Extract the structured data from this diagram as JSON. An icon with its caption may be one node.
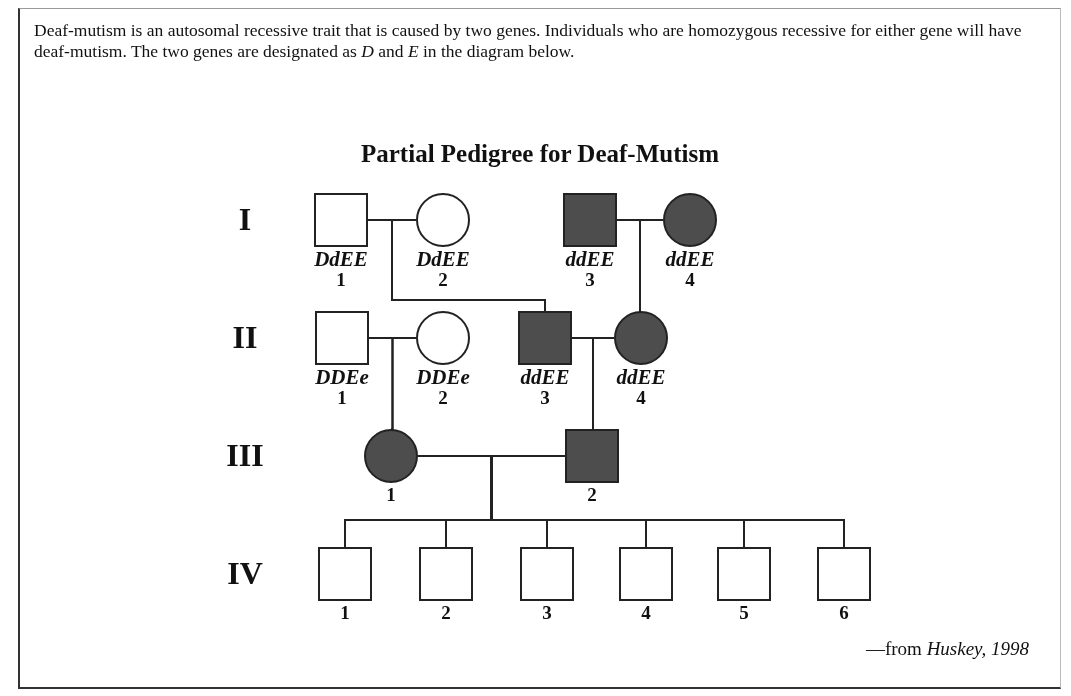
{
  "diagram": {
    "title": "Partial Pedigree for Deaf-Mutism",
    "nodes": [
      {
        "text": [],
        "shape": "box",
        "beside": [
          "DdEE",
          "1"
        ]
      },
      {
        "text": [],
        "shape": "circle",
        "beside": [
          "DdEE",
          "2"
        ]
      },
      {
        "text": [],
        "shape": "box",
        "beside": [
          "ddEE",
          "3"
        ]
      },
      {
        "text": [],
        "shape": "circle",
        "beside": [
          "ddEE",
          "4"
        ]
      },
      {
        "text": [],
        "shape": "box",
        "beside": [
          "DDEe",
          "1"
        ]
      },
      {
        "text": [],
        "shape": "circle",
        "beside": [
          "DDEe",
          "2"
        ]
      },
      {
        "text": [],
        "shape": "box",
        "beside": [
          "ddEE",
          "3"
        ]
      },
      {
        "text": [],
        "shape": "circle",
        "beside": [
          "ddEE",
          "4"
        ]
      },
      {
        "text": [],
        "shape": "circle",
        "beside": [
          "1"
        ]
      },
      {
        "text": [],
        "shape": "box",
        "beside": [
          "2"
        ]
      },
      {
        "text": [],
        "shape": "box",
        "beside": [
          "1"
        ]
      },
      {
        "text": [],
        "shape": "box",
        "beside": [
          "2"
        ]
      },
      {
        "text": [],
        "shape": "box",
        "beside": [
          "3"
        ]
      },
      {
        "text": [],
        "shape": "box",
        "beside": [
          "4"
        ]
      },
      {
        "text": [],
        "shape": "box",
        "beside": [
          "5"
        ]
      },
      {
        "text": [],
        "shape": "box",
        "beside": [
          "6"
        ]
      }
    ],
    "edges": [
      {
        "from": 0,
        "to": 1,
        "arrow": "none"
      },
      {
        "from": 0,
        "to": 6,
        "arrow": "none"
      },
      {
        "from": 1,
        "to": 6,
        "arrow": "none"
      },
      {
        "from": 2,
        "to": 3,
        "arrow": "none"
      },
      {
        "from": 2,
        "to": 7,
        "arrow": "none"
      },
      {
        "from": 3,
        "to": 7,
        "arrow": "none"
      },
      {
        "from": 4,
        "to": 5,
        "arrow": "none"
      },
      {
        "from": 4,
        "to": 8,
        "arrow": "none"
      },
      {
        "from": 5,
        "to": 8,
        "arrow": "none"
      },
      {
        "from": 6,
        "to": 7,
        "arrow": "none"
      },
      {
        "from": 6,
        "to": 9,
        "arrow": "none"
      },
      {
        "from": 7,
        "to": 9,
        "arrow": "none"
      },
      {
        "from": 8,
        "to": 9,
        "arrow": "none"
      },
      {
        "from": 8,
        "to": 10,
        "arrow": "none"
      },
      {
        "from": 9,
        "to": 10,
        "arrow": "none"
      },
      {
        "from": 8,
        "to": 11,
        "arrow": "none"
      },
      {
        "from": 9,
        "to": 11,
        "arrow": "none"
      },
      {
        "from": 8,
        "to": 12,
        "arrow": "none"
      },
      {
        "from": 9,
        "to": 12,
        "arrow": "none"
      },
      {
        "from": 8,
        "to": 13,
        "arrow": "none"
      },
      {
        "from": 9,
        "to": 13,
        "arrow": "none"
      },
      {
        "from": 8,
        "to": 14,
        "arrow": "none"
      },
      {
        "from": 9,
        "to": 14,
        "arrow": "none"
      },
      {
        "from": 8,
        "to": 15,
        "arrow": "none"
      },
      {
        "from": 9,
        "to": 15,
        "arrow": "none"
      }
    ],
    "labels": [
      "Deaf-mutism is an autosomal recessive trait that is caused by two genes.  Individuals who are homozygous recessive for either gene will have deaf-mutism.  The two genes are designated as *D* and *E* in the diagram below.",
      "I",
      "II",
      "III",
      "IV",
      "—from *Huskey, 1998*"
    ]
  }
}
